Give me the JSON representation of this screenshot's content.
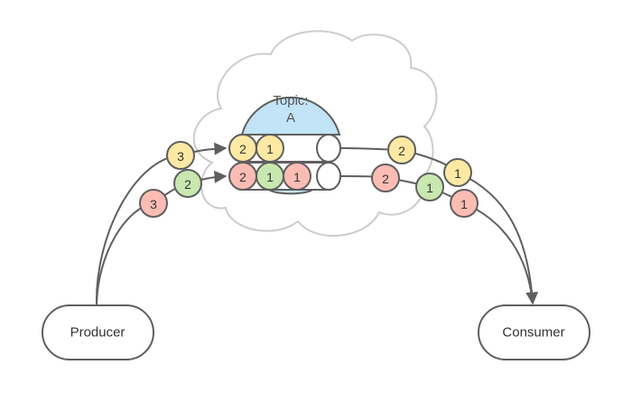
{
  "diagram": {
    "producer": {
      "label": "Producer"
    },
    "consumer": {
      "label": "Consumer"
    },
    "cloud": {
      "label": ""
    },
    "topic": {
      "line1": "Topic:",
      "line2": "A",
      "color": "#c3e3f6"
    },
    "colors": {
      "yellow": "#fde9a3",
      "green": "#c8e8b0",
      "red": "#fbbcb4",
      "stroke": "#5f5f5f",
      "cloud_stroke": "#cccccc"
    },
    "partitions": [
      {
        "name": "partition-1",
        "stored": [
          {
            "n": "2",
            "c": "yellow"
          },
          {
            "n": "1",
            "c": "yellow"
          }
        ]
      },
      {
        "name": "partition-2",
        "stored": [
          {
            "n": "2",
            "c": "red"
          },
          {
            "n": "1",
            "c": "green"
          },
          {
            "n": "1",
            "c": "red"
          }
        ]
      }
    ],
    "incoming_messages": [
      {
        "n": "3",
        "c": "yellow"
      },
      {
        "n": "2",
        "c": "green"
      },
      {
        "n": "3",
        "c": "red"
      }
    ],
    "outgoing_messages": [
      {
        "n": "2",
        "c": "yellow"
      },
      {
        "n": "1",
        "c": "yellow"
      },
      {
        "n": "2",
        "c": "red"
      },
      {
        "n": "1",
        "c": "green"
      },
      {
        "n": "1",
        "c": "red"
      }
    ]
  }
}
